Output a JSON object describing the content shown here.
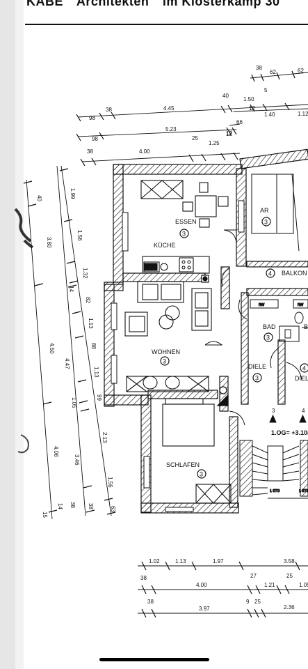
{
  "header": {
    "office": "KABE",
    "profession": "Architekten",
    "address": "im Klosterkamp 30"
  },
  "rooms": {
    "essen": {
      "name": "ESSEN",
      "num": "3"
    },
    "kueche": {
      "name": "KÜCHE"
    },
    "ar": {
      "name": "AR",
      "num": "3"
    },
    "balkon": {
      "name": "BALKON",
      "num": "4"
    },
    "wohnen": {
      "name": "WOHNEN",
      "num": "3"
    },
    "bad": {
      "name": "BAD",
      "num": "3"
    },
    "diele": {
      "name": "DIELE",
      "num": "3"
    },
    "diele2": {
      "name": "DIEL",
      "num": "4"
    },
    "schlafen": {
      "name": "SCHLAFEN",
      "num": "3"
    },
    "b_partial": {
      "name": "B"
    }
  },
  "level": {
    "label": "1.OG= +3.10m"
  },
  "stair": {
    "left": "3",
    "right": "4"
  },
  "dims_top": {
    "row1": [
      "38",
      "62",
      "62"
    ],
    "row2": [
      "40",
      "1.50",
      "5"
    ],
    "row3": [
      "98",
      "38",
      "4.45",
      "12",
      "1.40",
      "1.12"
    ],
    "row4": [
      "66",
      "12"
    ],
    "row5": [
      "98",
      "5.23",
      "12"
    ],
    "row6": [
      "38",
      "4.00",
      "25",
      "1.25"
    ]
  },
  "dims_left": {
    "col1": [
      "40",
      "3.80",
      "4.50",
      "4.08",
      "15"
    ],
    "col2": [
      "1.99",
      "1.56",
      "1.32",
      "82",
      "1.13",
      "88",
      "1.13",
      "99",
      "2.13",
      "1.56",
      "63",
      "38"
    ],
    "col3": [
      "14",
      "4.47",
      "1.05",
      "3.46",
      "38",
      "14"
    ]
  },
  "dims_bottom": {
    "row1": [
      "1.02",
      "1.13",
      "1.97",
      "3.58"
    ],
    "row2": [
      "38",
      "4.00",
      "27",
      "1.21",
      "25",
      "1.05"
    ],
    "row3": [
      "38",
      "3.97",
      "9",
      "25",
      "2.36"
    ]
  }
}
